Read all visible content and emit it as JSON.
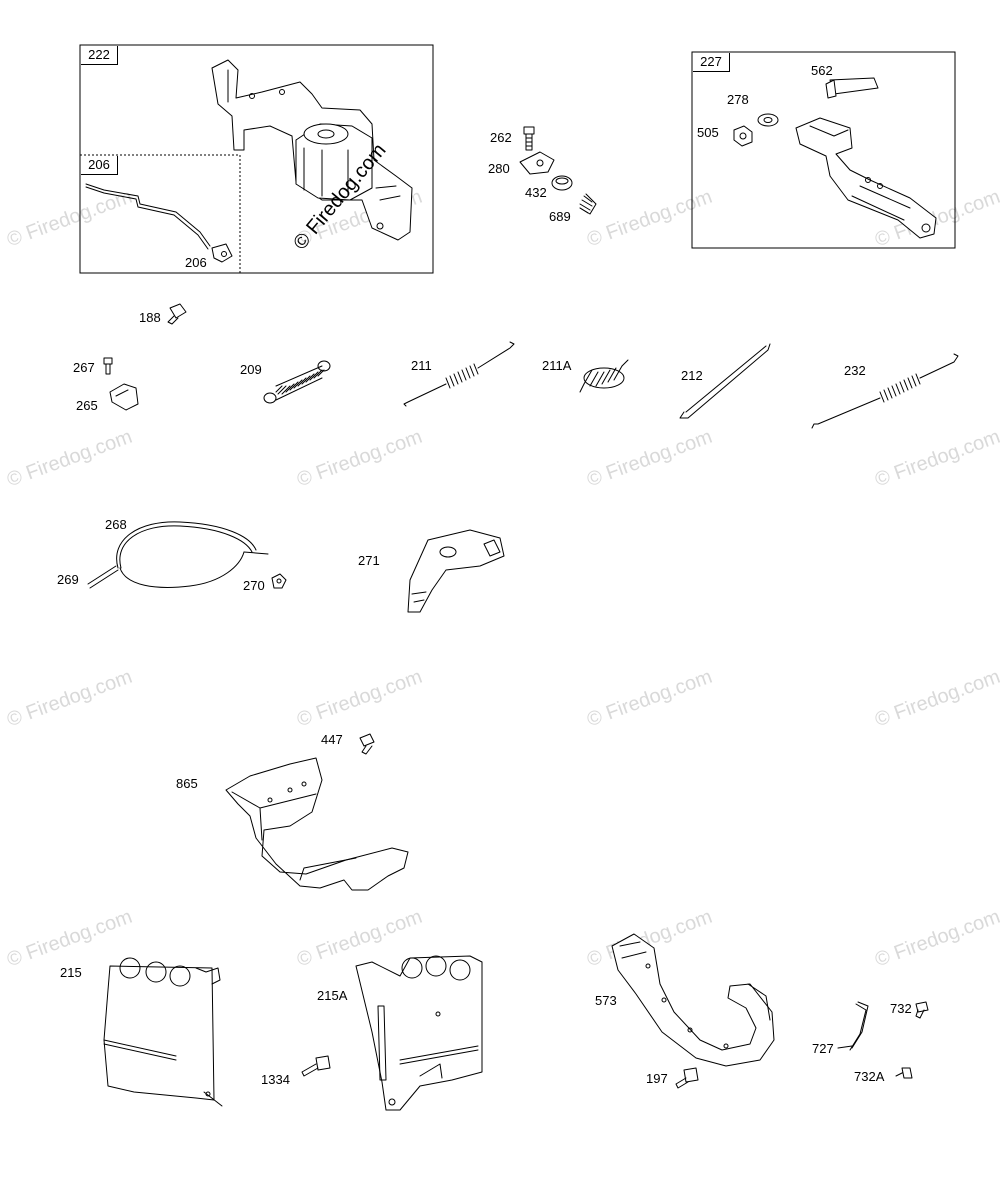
{
  "watermark": "© Firedog.com",
  "boxes": {
    "b222": "222",
    "b206": "206",
    "b227": "227"
  },
  "labels": {
    "l206": "206",
    "l262": "262",
    "l280": "280",
    "l432": "432",
    "l689": "689",
    "l562": "562",
    "l278": "278",
    "l505": "505",
    "l188": "188",
    "l267": "267",
    "l265": "265",
    "l209": "209",
    "l211": "211",
    "l211A": "211A",
    "l212": "212",
    "l232": "232",
    "l268": "268",
    "l269": "269",
    "l270": "270",
    "l271": "271",
    "l447": "447",
    "l865": "865",
    "l215": "215",
    "l215A": "215A",
    "l1334": "1334",
    "l573": "573",
    "l197": "197",
    "l732": "732",
    "l727": "727",
    "l732A": "732A"
  }
}
